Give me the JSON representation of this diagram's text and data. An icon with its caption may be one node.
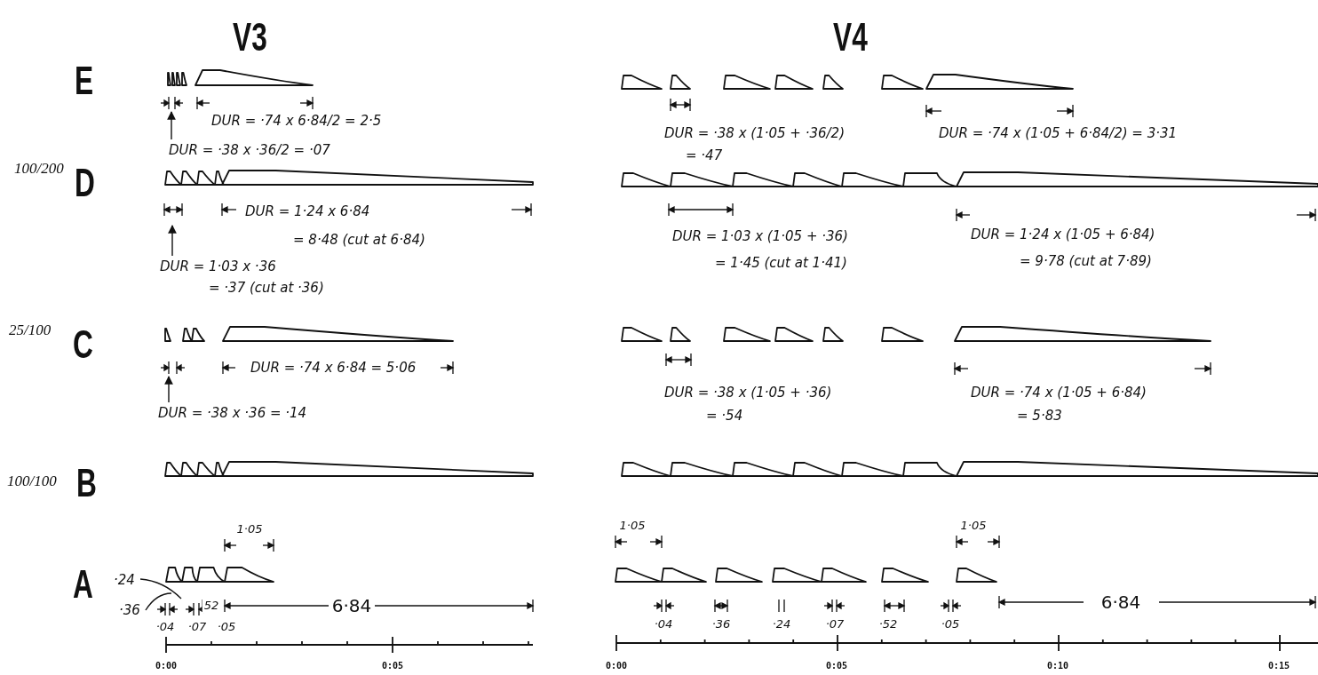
{
  "diagram": {
    "nodes": [
      {
        "text": [
          "DUR = ·38 x ·36/2 = ·07"
        ]
      },
      {
        "text": [
          "DUR = 1·03 x ·36",
          "= ·37 (cut at ·36)"
        ]
      },
      {
        "text": [
          "DUR = ·38 x ·36 = ·14"
        ]
      },
      {
        "text": [
          "·24"
        ]
      },
      {
        "text": [
          "·36"
        ]
      }
    ],
    "edges": [
      {
        "from": 0,
        "to": null,
        "arrow": "to"
      },
      {
        "from": 1,
        "to": null,
        "arrow": "to"
      },
      {
        "from": 2,
        "to": null,
        "arrow": "to"
      },
      {
        "from": 3,
        "to": null,
        "arrow": "none"
      },
      {
        "from": 4,
        "to": null,
        "arrow": "none"
      }
    ],
    "labels": [
      "V3",
      "V4",
      "E",
      "DUR = ·74 x 6·84/2 = 2·5",
      "DUR = ·38 x (1·05 + ·36/2)",
      "= ·47",
      "DUR = ·74 x (1·05 + 6·84/2) = 3·31",
      "100/200",
      "D",
      "DUR = 1·24 x 6·84",
      "= 8·48 (cut at 6·84)",
      "DUR = 1·03 x (1·05 + ·36)",
      "= 1·45 (cut at 1·41)",
      "DUR = 1·24 x (1·05 + 6·84)",
      "= 9·78 (cut at 7·89)",
      "25/100",
      "C",
      "DUR = ·74 x 6·84 = 5·06",
      "DUR = ·38 x (1·05 + ·36)",
      "= ·54",
      "DUR = ·74 x (1·05 + 6·84)",
      "= 5·83",
      "100/100",
      "B",
      "1·05",
      "1·05",
      "1·05",
      "A",
      "52",
      "6·84",
      "6·84",
      "·04",
      "·07",
      "·05",
      "·04",
      "·36",
      "·24",
      "·07",
      "·52",
      "·05",
      "0:00",
      "0:05",
      "0:00",
      "0:05",
      "0:10",
      "0:15"
    ]
  }
}
